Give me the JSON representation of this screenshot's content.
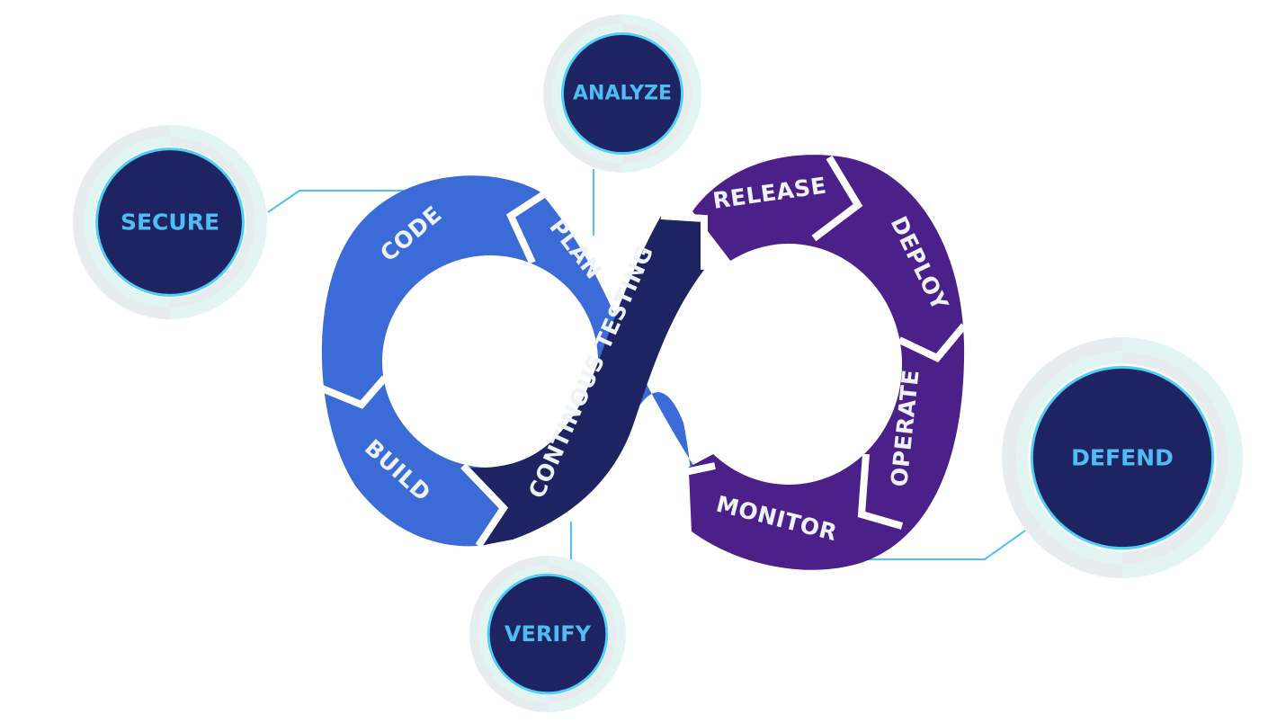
{
  "colors": {
    "dev_loop": "#3a6bd6",
    "ops_loop": "#4b2189",
    "testing_band": "#1e2461",
    "node_fill": "#1e2461",
    "node_text": "#4dbdf2",
    "node_glow": "#4fd0f5",
    "ring_a": "#e7ecee",
    "ring_b": "#e3f5f3",
    "connector": "#4fc3f2",
    "separator": "#ffffff",
    "segment_text": "#eef3fb"
  },
  "loop": {
    "segments": {
      "code": "CODE",
      "plan": "PLAN",
      "build": "BUILD",
      "testing": "CONTINOUS TESTING",
      "release": "RELEASE",
      "deploy": "DEPLOY",
      "operate": "OPERATE",
      "monitor": "MONITOR"
    }
  },
  "nodes": {
    "secure": "SECURE",
    "analyze": "ANALYZE",
    "verify": "VERIFY",
    "defend": "DEFEND"
  }
}
